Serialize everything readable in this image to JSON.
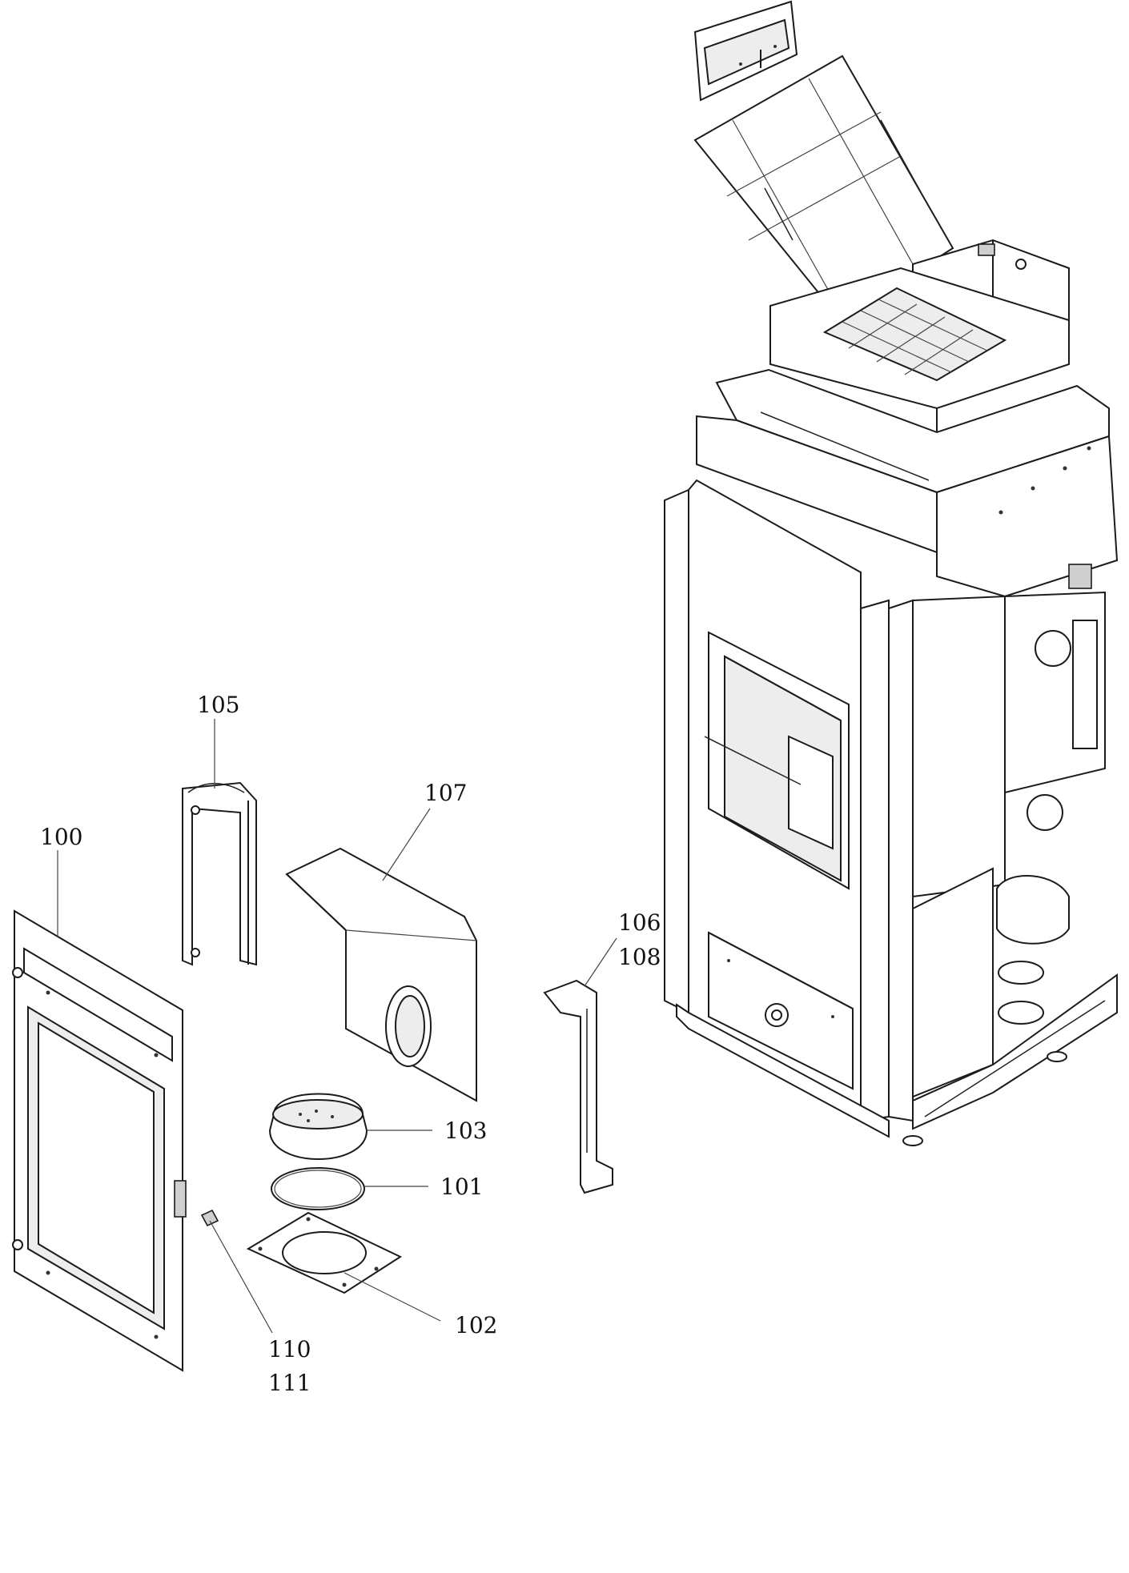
{
  "callouts": [
    {
      "id": "c100",
      "text": "100"
    },
    {
      "id": "c105",
      "text": "105"
    },
    {
      "id": "c107",
      "text": "107"
    },
    {
      "id": "c106",
      "text": "106"
    },
    {
      "id": "c108",
      "text": "108"
    },
    {
      "id": "c103",
      "text": "103"
    },
    {
      "id": "c101",
      "text": "101"
    },
    {
      "id": "c102",
      "text": "102"
    },
    {
      "id": "c110",
      "text": "110"
    },
    {
      "id": "c111",
      "text": "111"
    }
  ],
  "colors": {
    "line": "#1b1b1b",
    "fill": "#ffffff",
    "shade": "#ededed"
  }
}
